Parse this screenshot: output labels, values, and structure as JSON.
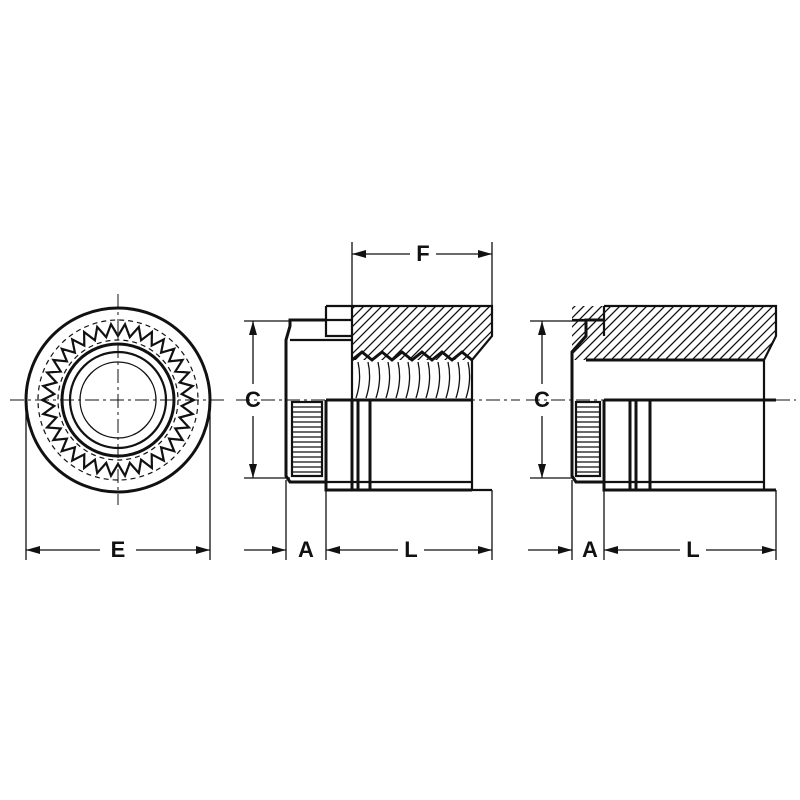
{
  "drawing": {
    "end_view": {
      "labels": {
        "e": "E"
      }
    },
    "section_view_left": {
      "labels": {
        "f": "F",
        "c": "C",
        "a": "A",
        "l": "L"
      }
    },
    "section_view_right": {
      "labels": {
        "c": "C",
        "a": "A",
        "l": "L"
      }
    },
    "colors": {
      "ink": "#111111",
      "paper": "#ffffff"
    }
  }
}
